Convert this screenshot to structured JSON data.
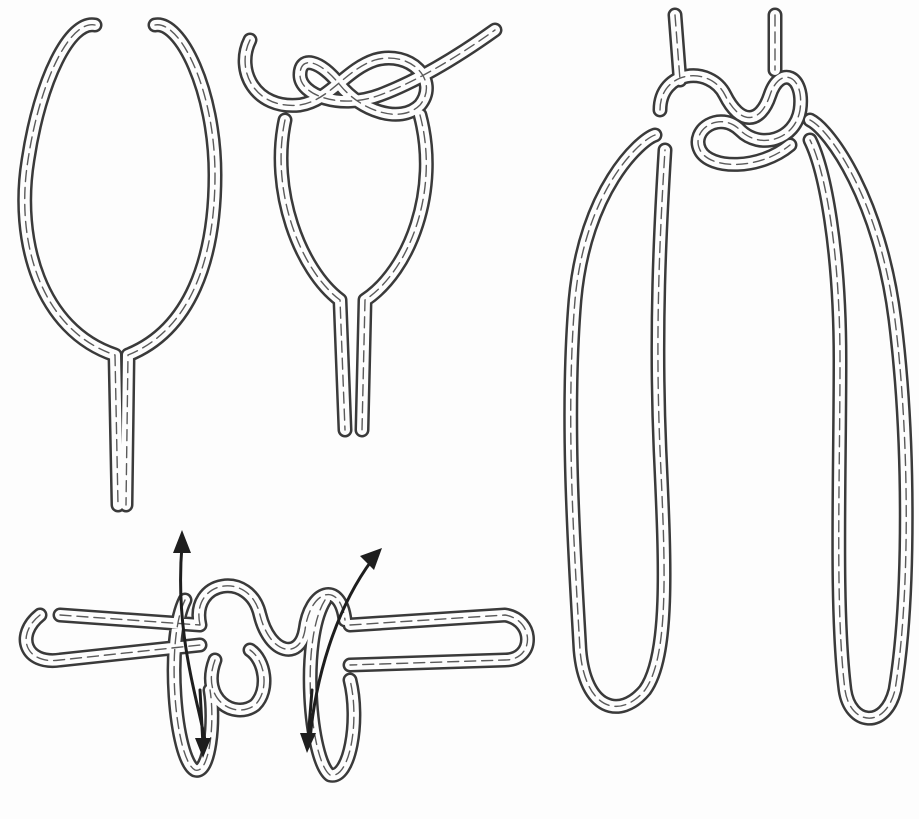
{
  "figure": {
    "panels": [
      {
        "id": "step-1"
      },
      {
        "id": "step-2"
      },
      {
        "id": "step-3"
      },
      {
        "id": "step-4"
      }
    ],
    "colors": {
      "rope_outline": "#3a3a3a",
      "rope_fill": "#fdfdfd",
      "arrow": "#1e1e1e",
      "background": "#fdfdfd"
    }
  }
}
